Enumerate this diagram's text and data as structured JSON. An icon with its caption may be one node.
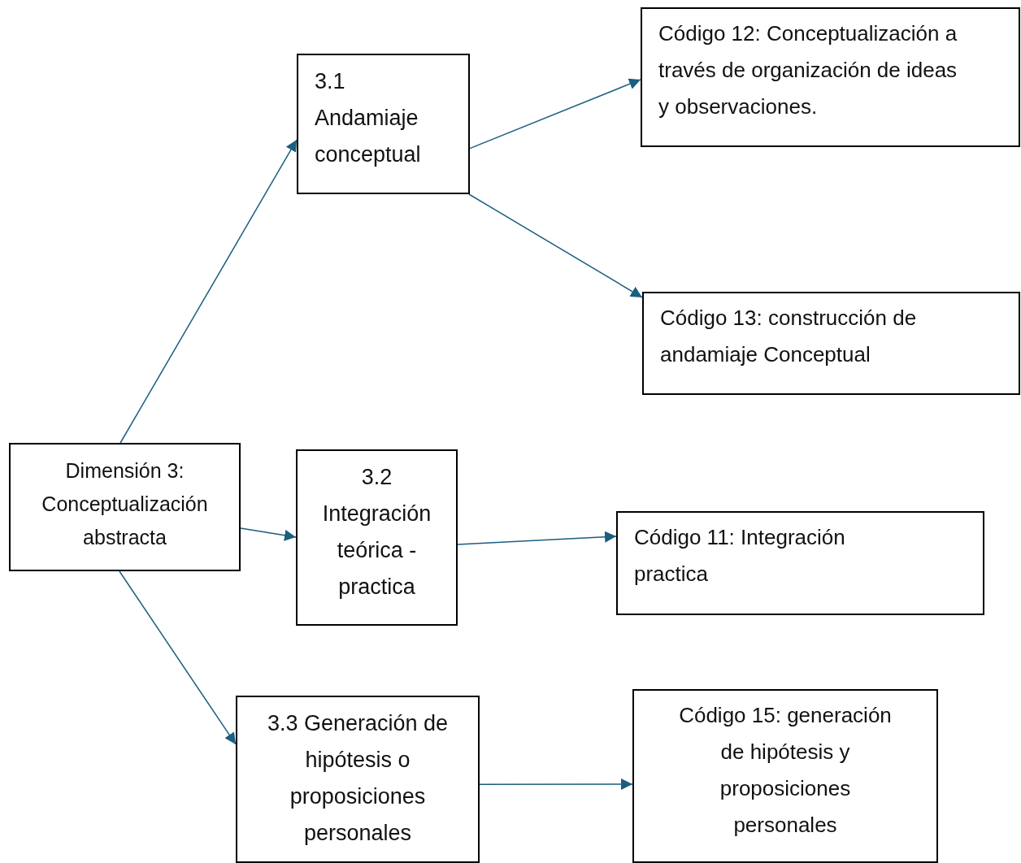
{
  "diagram": {
    "nodes": [
      {
        "text": [
          "Dimensión 3: Conceptualización abstracta"
        ]
      },
      {
        "text": [
          "3.1 Andamiaje conceptual"
        ]
      },
      {
        "text": [
          "3.2 Integración teórica - practica"
        ]
      },
      {
        "text": [
          "3.3 Generación de hipótesis o proposiciones personales"
        ]
      },
      {
        "text": [
          "Código 12: Conceptualización a través de organización de ideas y observaciones."
        ]
      },
      {
        "text": [
          "Código 13: construcción de andamiaje Conceptual"
        ]
      },
      {
        "text": [
          "Código 11: Integración practica"
        ]
      },
      {
        "text": [
          "Código 15: generación de hipótesis y proposiciones personales"
        ]
      }
    ],
    "edges": [
      {
        "from": 0,
        "to": 1,
        "arrow": "to"
      },
      {
        "from": 0,
        "to": 2,
        "arrow": "to"
      },
      {
        "from": 0,
        "to": 3,
        "arrow": "to"
      },
      {
        "from": 1,
        "to": 4,
        "arrow": "to"
      },
      {
        "from": 1,
        "to": 5,
        "arrow": "to"
      },
      {
        "from": 2,
        "to": 6,
        "arrow": "to"
      },
      {
        "from": 3,
        "to": 7,
        "arrow": "to"
      }
    ]
  }
}
